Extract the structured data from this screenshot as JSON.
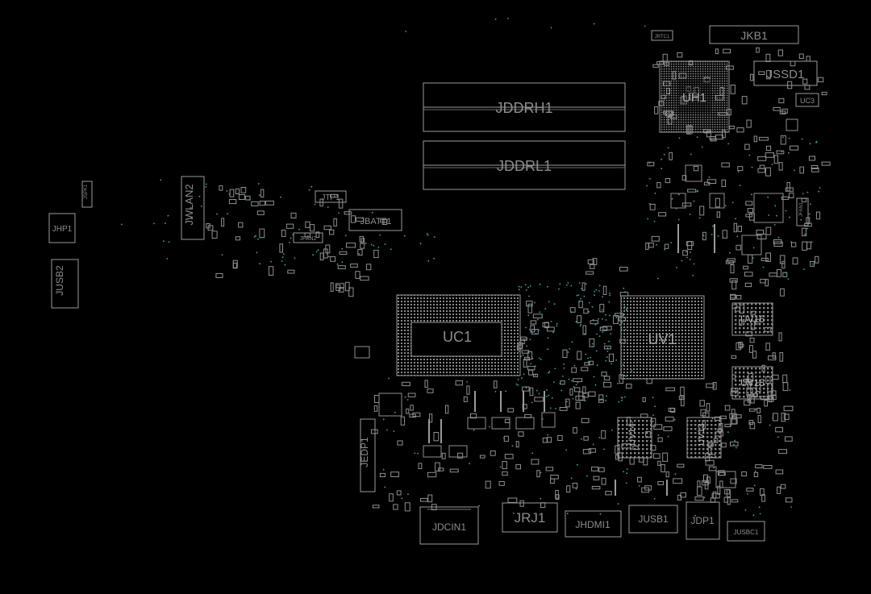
{
  "board": {
    "background": "#000000",
    "outline_color": "#9a9a9a",
    "label_color": "#8c8c8c",
    "via_color": "#3aa6a6"
  },
  "components": {
    "jkb1": "JKB1",
    "jrtc1": "JRTC1",
    "jssd1": "JSSD1",
    "uh1": "UH1",
    "uc3": "UC3",
    "jddrh1": "JDDRH1",
    "jddrl1": "JDDRL1",
    "jspk1": "JSPK1",
    "jwlan2": "JWLAN2",
    "jtp1": "JTP1",
    "jbatt1": "JBATT1",
    "jfan2": "JFAN2",
    "jfan1": "JFAN1",
    "jhp1": "JHP1",
    "jusb2": "JUSB2",
    "uc1": "UC1",
    "uv1": "UV1",
    "uv16": "UV16",
    "uv15": "UV15",
    "uv14": "UV14",
    "uv13": "UV13",
    "jedp1": "JEDP1",
    "jdcin1": "JDCIN1",
    "jrj1": "JRJ1",
    "jhdmi1": "JHDMI1",
    "jusb1": "JUSB1",
    "jdp1": "JDP1",
    "jusbc1": "JUSBC1"
  }
}
